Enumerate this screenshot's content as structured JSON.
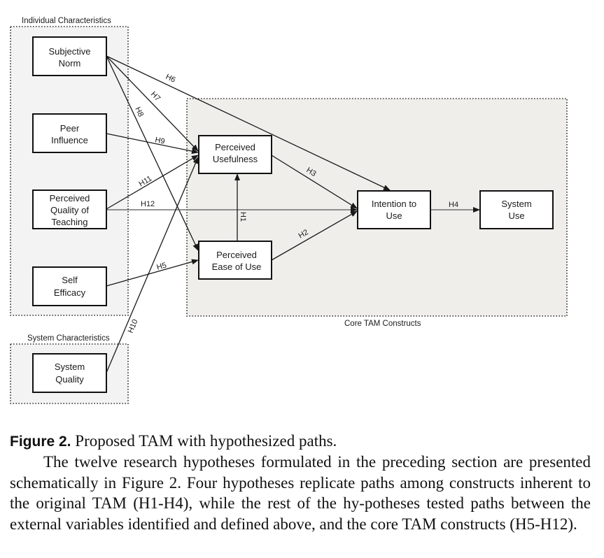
{
  "figure": {
    "groups": {
      "individual": "Individual Characteristics",
      "system": "System Characteristics",
      "core": "Core TAM Constructs"
    },
    "nodes": {
      "subjective_norm": [
        "Subjective",
        "Norm"
      ],
      "peer_influence": [
        "Peer",
        "Influence"
      ],
      "perceived_quality_teaching": [
        "Perceived",
        "Quality of",
        "Teaching"
      ],
      "self_efficacy": [
        "Self",
        "Efficacy"
      ],
      "system_quality": [
        "System",
        "Quality"
      ],
      "perceived_usefulness": [
        "Perceived",
        "Usefulness"
      ],
      "perceived_ease_of_use": [
        "Perceived",
        "Ease of Use"
      ],
      "intention_to_use": [
        "Intention to",
        "Use"
      ],
      "system_use": [
        "System",
        "Use"
      ]
    },
    "edges": [
      {
        "id": "H1",
        "from": "perceived_ease_of_use",
        "to": "perceived_usefulness"
      },
      {
        "id": "H2",
        "from": "perceived_ease_of_use",
        "to": "intention_to_use"
      },
      {
        "id": "H3",
        "from": "perceived_usefulness",
        "to": "intention_to_use"
      },
      {
        "id": "H4",
        "from": "intention_to_use",
        "to": "system_use"
      },
      {
        "id": "H5",
        "from": "self_efficacy",
        "to": "perceived_ease_of_use"
      },
      {
        "id": "H6",
        "from": "subjective_norm",
        "to": "intention_to_use"
      },
      {
        "id": "H7",
        "from": "subjective_norm",
        "to": "perceived_usefulness"
      },
      {
        "id": "H8",
        "from": "subjective_norm",
        "to": "perceived_ease_of_use"
      },
      {
        "id": "H9",
        "from": "peer_influence",
        "to": "perceived_usefulness"
      },
      {
        "id": "H10",
        "from": "system_quality",
        "to": "perceived_usefulness"
      },
      {
        "id": "H11",
        "from": "perceived_quality_teaching",
        "to": "perceived_usefulness"
      },
      {
        "id": "H12",
        "from": "perceived_quality_teaching",
        "to": "intention_to_use"
      }
    ],
    "colors": {
      "individual_bg": "#f3f3f3",
      "core_bg": "#efeeeb",
      "line": "#1a1a1a"
    }
  },
  "caption": {
    "label": "Figure 2.",
    "text": " Proposed TAM with hypothesized paths."
  },
  "body": {
    "paragraph": "The twelve research hypotheses formulated in the preceding section are presented schematically in Figure 2. Four hypotheses replicate paths among constructs inherent to the original TAM (H1-H4), while the rest of the hy-potheses tested paths between the external variables identified and defined above, and the core TAM constructs (H5-H12)."
  }
}
